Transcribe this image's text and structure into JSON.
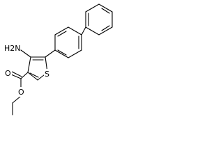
{
  "molecule": {
    "atoms": {
      "amino": "H2N",
      "ring_sulfur": "S",
      "carbonyl_oxygen": "O",
      "ester_oxygen": "O"
    }
  }
}
